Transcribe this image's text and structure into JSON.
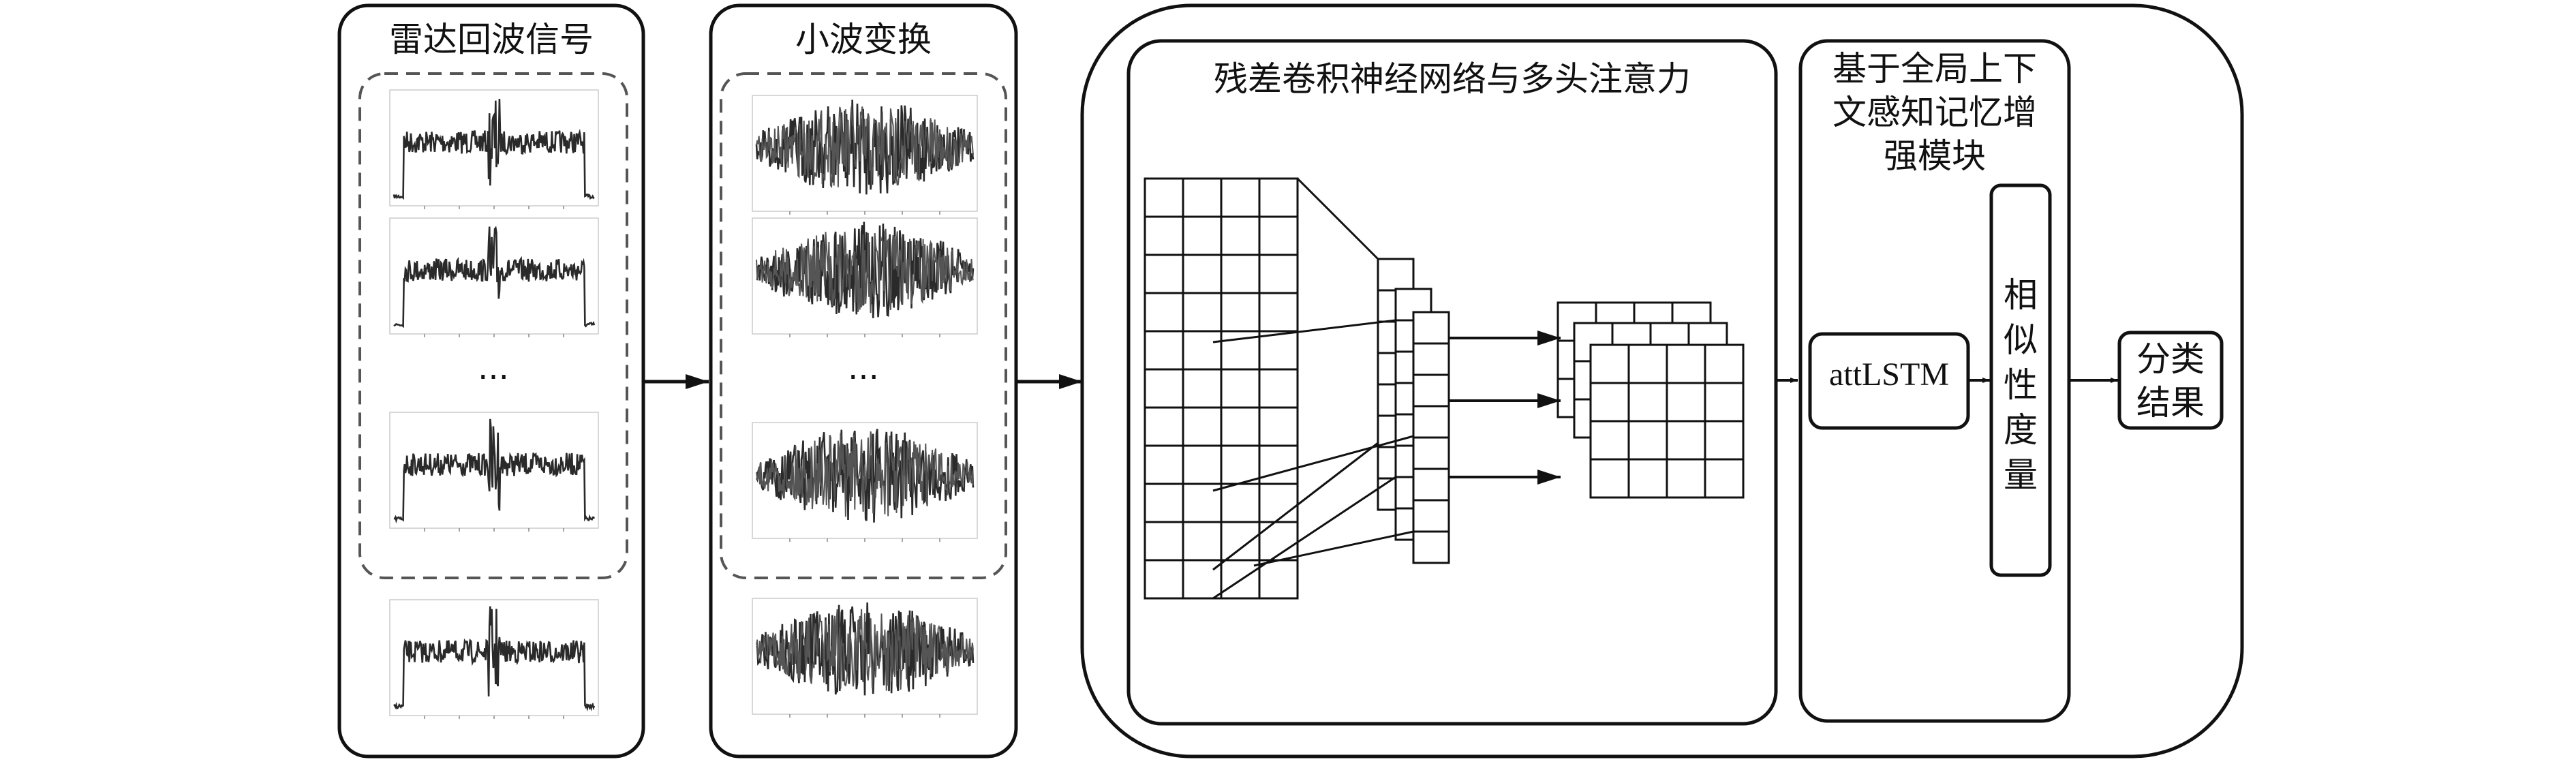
{
  "panels": {
    "radar": {
      "title": "雷达回波信号",
      "ellipsis": "..."
    },
    "wavelet": {
      "title": "小波变换",
      "ellipsis": "..."
    },
    "resnet": {
      "title": "残差卷积神经网络与多头注意力"
    },
    "memory": {
      "title_lines": [
        "基于全局上下",
        "文感知记忆增",
        "强模块"
      ],
      "attlstm_label": "attLSTM",
      "similarity_chars": [
        "相",
        "似",
        "性",
        "度",
        "量"
      ]
    },
    "result": {
      "chars": [
        "分",
        "类",
        "结",
        "果"
      ]
    }
  }
}
